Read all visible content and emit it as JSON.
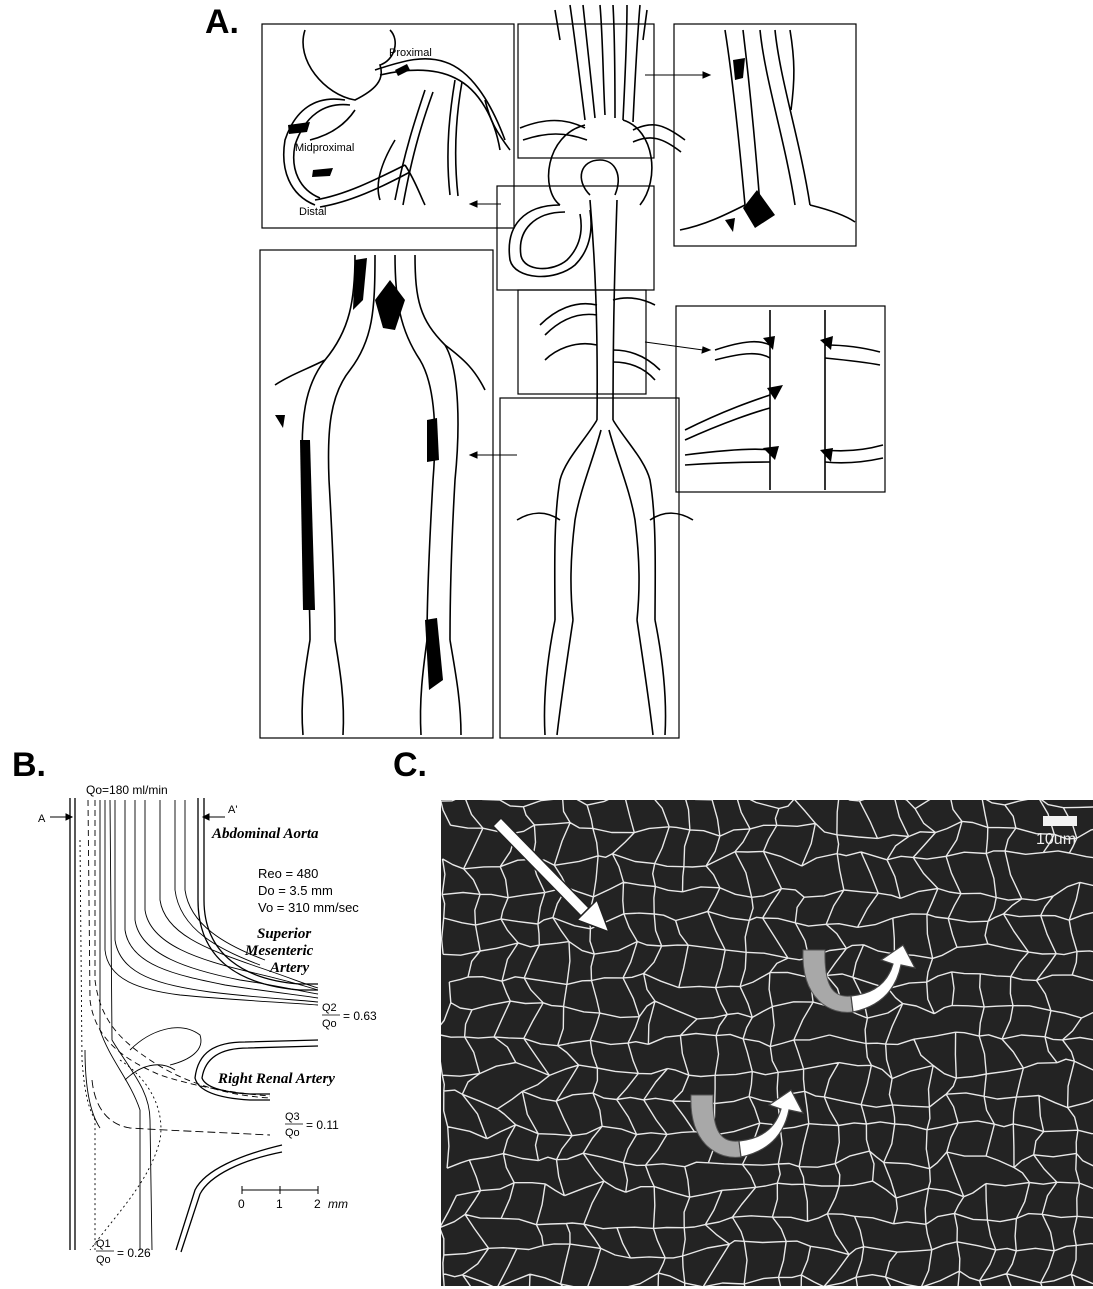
{
  "panels": {
    "a": {
      "label": "A.",
      "heart_labels": {
        "proximal": "Proximal",
        "midproximal": "Midproximal",
        "distal": "Distal"
      }
    },
    "b": {
      "label": "B.",
      "flow_rate": "Qo=180 ml/min",
      "section_left": "A",
      "section_right": "A'",
      "vessel_abdominal": "Abdominal Aorta",
      "vessel_sma_1": "Superior",
      "vessel_sma_2": "Mesenteric",
      "vessel_sma_3": "Artery",
      "vessel_renal": "Right Renal Artery",
      "reynolds": "Reo = 480",
      "diameter": "Do = 3.5 mm",
      "velocity": "Vo = 310 mm/sec",
      "ratio_q2_num": "Q2",
      "ratio_q2_den": "Qo",
      "ratio_q2_val": "= 0.63",
      "ratio_q3_num": "Q3",
      "ratio_q3_den": "Qo",
      "ratio_q3_val": "= 0.11",
      "ratio_q1_num": "Q1",
      "ratio_q1_den": "Qo",
      "ratio_q1_val": "= 0.26",
      "scale_ticks": [
        "0",
        "1",
        "2"
      ],
      "scale_unit": "mm"
    },
    "c": {
      "label": "C.",
      "scale_bar_label": "10um"
    }
  },
  "colors": {
    "ink": "#000000",
    "micrograph_bg": "#232323",
    "cell_border": "#e8e8e8",
    "arrow_gray": "#a8a8a8",
    "arrow_white": "#ffffff"
  }
}
